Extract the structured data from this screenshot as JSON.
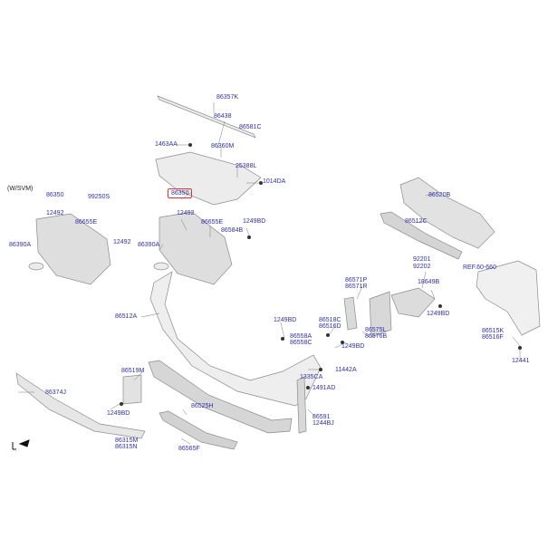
{
  "diagram": {
    "section_label": "(W/SVM)",
    "parts": [
      {
        "id": "p86357K",
        "code": "86357K",
        "interactable": true
      },
      {
        "id": "p86438",
        "code": "86438",
        "interactable": true
      },
      {
        "id": "p86581C",
        "code": "86581C",
        "interactable": true
      },
      {
        "id": "p1463AA",
        "code": "1463AA",
        "interactable": true
      },
      {
        "id": "p86360M",
        "code": "86360M",
        "interactable": true
      },
      {
        "id": "p25388L",
        "code": "25388L",
        "interactable": true
      },
      {
        "id": "p1014DA",
        "code": "1014DA",
        "interactable": true
      },
      {
        "id": "p86350_sel",
        "code": "86350",
        "interactable": true
      },
      {
        "id": "p86350_left",
        "code": "86350",
        "interactable": true
      },
      {
        "id": "p99250S",
        "code": "99250S",
        "interactable": true
      },
      {
        "id": "p12492_l",
        "code": "12492",
        "interactable": true
      },
      {
        "id": "p86655E_l",
        "code": "86655E",
        "interactable": true
      },
      {
        "id": "p12492_l2",
        "code": "12492",
        "interactable": true
      },
      {
        "id": "p86390A_l",
        "code": "86390A",
        "interactable": true
      },
      {
        "id": "p12492_c",
        "code": "12492",
        "interactable": true
      },
      {
        "id": "p86655E_c",
        "code": "86655E",
        "interactable": true
      },
      {
        "id": "p1249BD_c",
        "code": "1249BD",
        "interactable": true
      },
      {
        "id": "p86584B",
        "code": "86584B",
        "interactable": true
      },
      {
        "id": "p86390A_c",
        "code": "86390A",
        "interactable": true
      },
      {
        "id": "p86520B",
        "code": "86520B",
        "interactable": true
      },
      {
        "id": "p86512C",
        "code": "86512C",
        "interactable": true
      },
      {
        "id": "p92201",
        "code": "92201",
        "interactable": true
      },
      {
        "id": "p92202",
        "code": "92202",
        "interactable": true
      },
      {
        "id": "pREF",
        "code": "REF.60-660",
        "interactable": true
      },
      {
        "id": "p86571P",
        "code": "86571P",
        "interactable": true
      },
      {
        "id": "p86571R",
        "code": "86571R",
        "interactable": true
      },
      {
        "id": "p18649B",
        "code": "18649B",
        "interactable": true
      },
      {
        "id": "p1249BD_r",
        "code": "1249BD",
        "interactable": true
      },
      {
        "id": "p86512A",
        "code": "86512A",
        "interactable": true
      },
      {
        "id": "p1249BD_m",
        "code": "1249BD",
        "interactable": true
      },
      {
        "id": "p86518C",
        "code": "86518C",
        "interactable": true
      },
      {
        "id": "p86516D",
        "code": "86516D",
        "interactable": true
      },
      {
        "id": "p86558A",
        "code": "86558A",
        "interactable": true
      },
      {
        "id": "p86558C",
        "code": "86558C",
        "interactable": true
      },
      {
        "id": "p1249BD_m2",
        "code": "1249BD",
        "interactable": true
      },
      {
        "id": "p86575L",
        "code": "86575L",
        "interactable": true
      },
      {
        "id": "p86576B",
        "code": "86576B",
        "interactable": true
      },
      {
        "id": "p86515K",
        "code": "86515K",
        "interactable": true
      },
      {
        "id": "p86516F",
        "code": "86516F",
        "interactable": true
      },
      {
        "id": "p12441",
        "code": "12441",
        "interactable": true
      },
      {
        "id": "p11442A",
        "code": "11442A",
        "interactable": true
      },
      {
        "id": "p1335CA",
        "code": "1335CA",
        "interactable": true
      },
      {
        "id": "p1491AD",
        "code": "1491AD",
        "interactable": true
      },
      {
        "id": "p86591",
        "code": "86591",
        "interactable": true
      },
      {
        "id": "p1244BJ",
        "code": "1244BJ",
        "interactable": true
      },
      {
        "id": "p86519M",
        "code": "86519M",
        "interactable": true
      },
      {
        "id": "p86374J",
        "code": "86374J",
        "interactable": true
      },
      {
        "id": "p1249BD_b",
        "code": "1249BD",
        "interactable": true
      },
      {
        "id": "p86525H",
        "code": "86525H",
        "interactable": true
      },
      {
        "id": "p86315M",
        "code": "86315M",
        "interactable": true
      },
      {
        "id": "p86315N",
        "code": "86315N",
        "interactable": true
      },
      {
        "id": "p86565F",
        "code": "86565F",
        "interactable": true
      }
    ]
  },
  "colors": {
    "label": "#3030a8",
    "highlight": "#e03030",
    "line": "#8a8a8a",
    "part_fill": "#e9e9e9"
  }
}
